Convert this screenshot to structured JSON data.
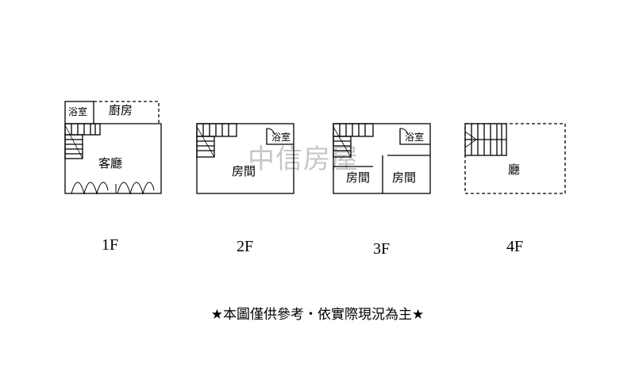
{
  "floors": [
    {
      "label": "1F",
      "rooms": {
        "bath": "浴室",
        "kitchen": "廚房",
        "living": "客廳"
      }
    },
    {
      "label": "2F",
      "rooms": {
        "bath": "浴室",
        "bedroom": "房間"
      }
    },
    {
      "label": "3F",
      "rooms": {
        "bath": "浴室",
        "bedroom_left": "房間",
        "bedroom_right": "房間"
      }
    },
    {
      "label": "4F",
      "rooms": {
        "hall": "廳"
      }
    }
  ],
  "watermark": "中信房屋",
  "disclaimer": "★本圖僅供參考・依實際現況為主★"
}
